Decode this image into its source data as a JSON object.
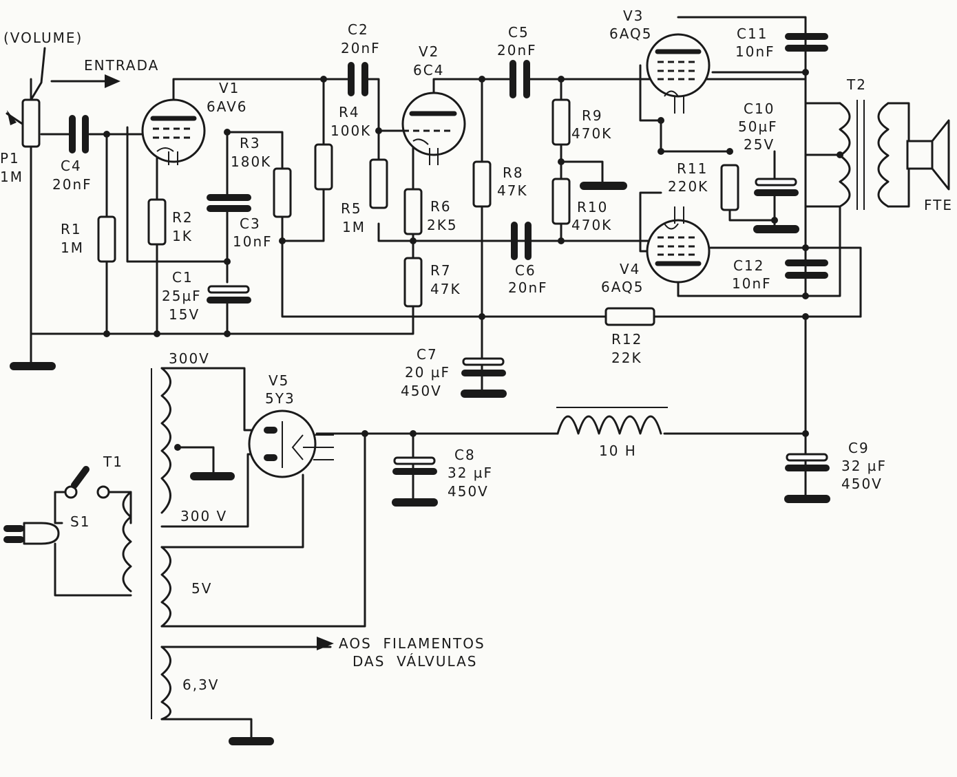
{
  "labels": {
    "p1": {
      "ref": "P1",
      "val": "1M",
      "note": "(VOLUME)"
    },
    "entrada": "ENTRADA",
    "c4": {
      "ref": "C4",
      "val": "20nF"
    },
    "r1": {
      "ref": "R1",
      "val": "1M"
    },
    "v1": {
      "ref": "V1",
      "val": "6AV6"
    },
    "r2": {
      "ref": "R2",
      "val": "1K"
    },
    "r3": {
      "ref": "R3",
      "val": "180K"
    },
    "c3": {
      "ref": "C3",
      "val": "10nF"
    },
    "c1": {
      "ref": "C1",
      "val": "25µF",
      "v": "15V"
    },
    "c2": {
      "ref": "C2",
      "val": "20nF"
    },
    "r4": {
      "ref": "R4",
      "val": "100K"
    },
    "r5": {
      "ref": "R5",
      "val": "1M"
    },
    "v2": {
      "ref": "V2",
      "val": "6C4"
    },
    "r6": {
      "ref": "R6",
      "val": "2K5"
    },
    "r7": {
      "ref": "R7",
      "val": "47K"
    },
    "r8": {
      "ref": "R8",
      "val": "47K"
    },
    "c5": {
      "ref": "C5",
      "val": "20nF"
    },
    "c6": {
      "ref": "C6",
      "val": "20nF"
    },
    "r9": {
      "ref": "R9",
      "val": "470K"
    },
    "r10": {
      "ref": "R10",
      "val": "470K"
    },
    "v3": {
      "ref": "V3",
      "val": "6AQ5"
    },
    "v4": {
      "ref": "V4",
      "val": "6AQ5"
    },
    "c11": {
      "ref": "C11",
      "val": "10nF"
    },
    "c10": {
      "ref": "C10",
      "val": "50µF",
      "v": "25V"
    },
    "r11": {
      "ref": "R11",
      "val": "220K"
    },
    "c12": {
      "ref": "C12",
      "val": "10nF"
    },
    "t2": "T2",
    "fte": "FTE",
    "r12": {
      "ref": "R12",
      "val": "22K"
    },
    "c7": {
      "ref": "C7",
      "val": "20 µF",
      "v": "450V"
    },
    "v5": {
      "ref": "V5",
      "val": "5Y3"
    },
    "t1": "T1",
    "s1": "S1",
    "hv_top": "300V",
    "hv_bot": "300 V",
    "v5v": "5V",
    "v63": "6,3V",
    "c8": {
      "ref": "C8",
      "val": "32 µF",
      "v": "450V"
    },
    "choke": "10 H",
    "c9": {
      "ref": "C9",
      "val": "32 µF",
      "v": "450V"
    },
    "fil1": "AOS  FILAMENTOS",
    "fil2": "DAS  VÁLVULAS"
  }
}
